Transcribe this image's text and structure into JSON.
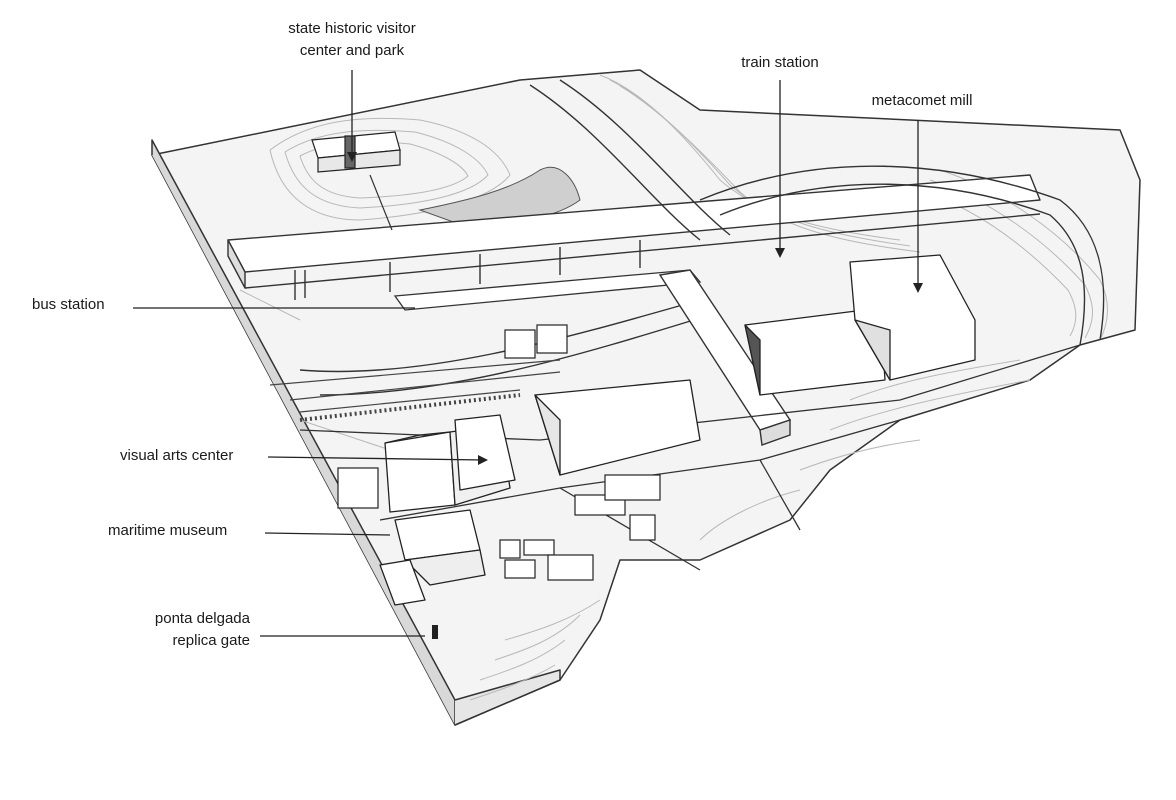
{
  "labels": {
    "visitor_center_line1": "state historic visitor",
    "visitor_center_line2": "center and park",
    "train_station": "train station",
    "metacomet_mill": "metacomet mill",
    "bus_station": "bus station",
    "visual_arts_center": "visual arts center",
    "maritime_museum": "maritime museum",
    "replica_gate_line1": "ponta delgada",
    "replica_gate_line2": "replica gate"
  }
}
